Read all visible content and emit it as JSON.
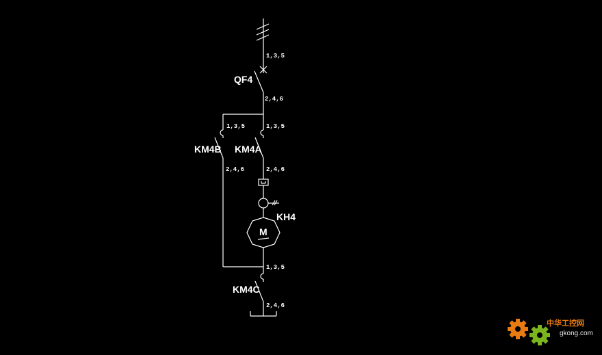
{
  "pins": {
    "qf4_top": "1,3,5",
    "qf4_bottom": "2,4,6",
    "km4b_top": "1,3,5",
    "km4a_top": "1,3,5",
    "km4b_bottom": "2,4,6",
    "km4a_bottom": "2,4,6",
    "km4c_top": "1,3,5",
    "km4c_bottom": "2,4,6"
  },
  "labels": {
    "qf4": "QF4",
    "km4b": "KM4B",
    "km4a": "KM4A",
    "kh4": "KH4",
    "km4c": "KM4C",
    "motor": "M"
  },
  "watermark": {
    "site_name": "中华工控网",
    "url": "gkong.com"
  },
  "colors": {
    "background": "#000000",
    "lines": "#ffffff",
    "watermark_orange": "#e87b12",
    "watermark_green": "#7ab51d"
  }
}
